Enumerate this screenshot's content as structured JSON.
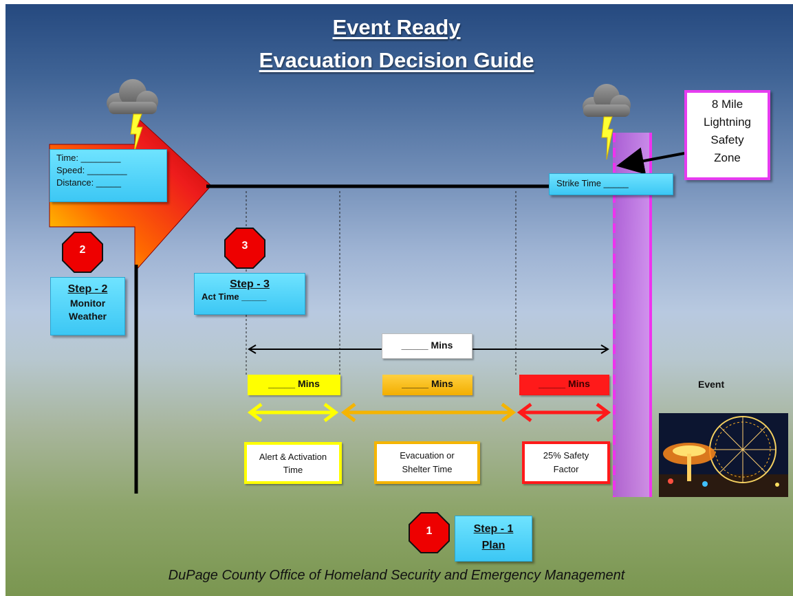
{
  "title": {
    "line1": "Event Ready",
    "line2": "Evacuation Decision Guide"
  },
  "monitor_box": {
    "time_label": "Time: ________",
    "speed_label": "Speed: ________",
    "distance_label": "Distance: _____"
  },
  "strike_box": {
    "label": "Strike Time _____"
  },
  "safety_zone": {
    "line1": "8 Mile",
    "line2": "Lightning",
    "line3": "Safety",
    "line4": "Zone"
  },
  "stops": {
    "stop1": "1",
    "stop2": "2",
    "stop3": "3"
  },
  "step2": {
    "title": "Step - 2",
    "line1": "Monitor",
    "line2": "Weather"
  },
  "step3": {
    "title": "Step - 3",
    "line1": "Act Time _____"
  },
  "step1": {
    "title": "Step - 1",
    "line1": "Plan"
  },
  "total_mins": {
    "label": "_____ Mins"
  },
  "phases": {
    "alert": {
      "mins": "_____ Mins",
      "desc_line1": "Alert & Activation",
      "desc_line2": "Time"
    },
    "evac": {
      "mins": "_____ Mins",
      "desc_line1": "Evacuation or",
      "desc_line2": "Shelter Time"
    },
    "safety": {
      "mins": "_____ Mins",
      "desc_line1": "25% Safety",
      "desc_line2": "Factor"
    }
  },
  "event_label": "Event",
  "footer": "DuPage County Office of Homeland Security and Emergency Management",
  "colors": {
    "yellow": "#ffff00",
    "orange": "#f5b400",
    "red": "#ff1a1a",
    "cyan": "#4fd3fb",
    "magenta": "#e63cf0",
    "purple_band": "#b061d8"
  },
  "icons": [
    "storm-cloud-icon",
    "lightning-bolt-icon",
    "stop-sign-icon",
    "double-arrow-icon",
    "carnival-photo"
  ]
}
